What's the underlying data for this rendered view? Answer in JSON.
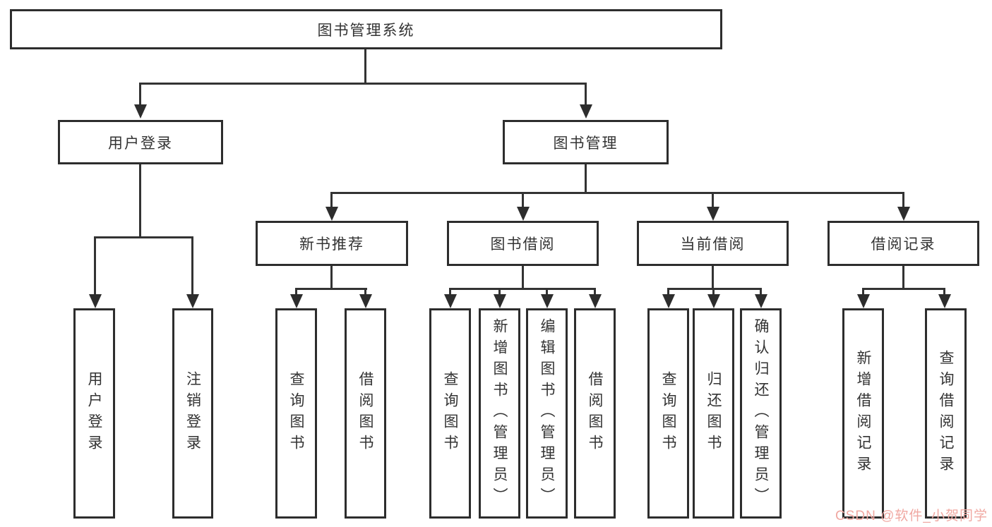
{
  "diagram": {
    "title": "图书管理系统",
    "branches": [
      {
        "label": "用户登录",
        "leaves": [
          "用户登录",
          "注销登录"
        ]
      },
      {
        "label": "图书管理",
        "groups": [
          {
            "label": "新书推荐",
            "leaves": [
              "查询图书",
              "借阅图书"
            ]
          },
          {
            "label": "图书借阅",
            "leaves": [
              "查询图书",
              "新增图书（管理员）",
              "编辑图书（管理员）",
              "借阅图书"
            ]
          },
          {
            "label": "当前借阅",
            "leaves": [
              "查询图书",
              "归还图书",
              "确认归还（管理员）"
            ]
          },
          {
            "label": "借阅记录",
            "leaves": [
              "新增借阅记录",
              "查询借阅记录"
            ]
          }
        ]
      }
    ],
    "watermark": "CSDN @软件_小贺同学",
    "colors": {
      "line": "#333333",
      "box_border": "#2d2d2d",
      "text": "#333333",
      "watermark": "#f0a8a2",
      "background": "#ffffff"
    }
  }
}
